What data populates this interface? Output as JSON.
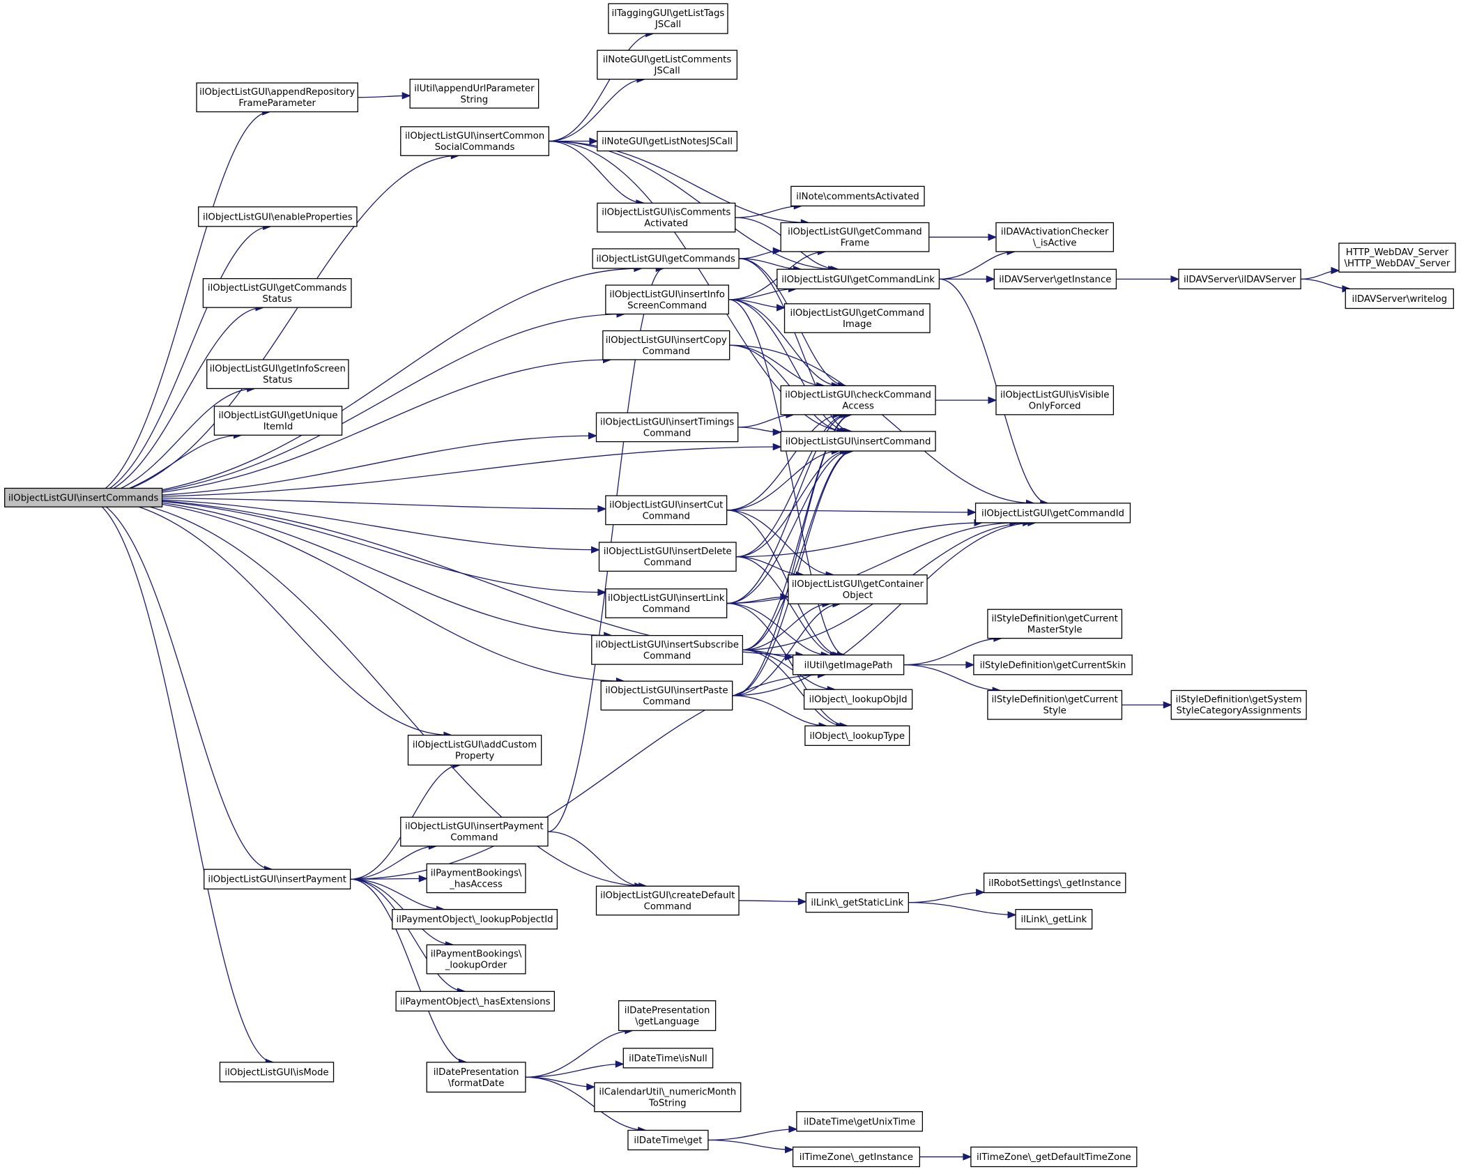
{
  "colors": {
    "edge": "#191970",
    "node_border": "#000000",
    "root_fill": "#bfbfbf",
    "background": "#ffffff"
  },
  "nodes": [
    {
      "id": "root",
      "lines": [
        "ilObjectListGUI\\insertCommands"
      ],
      "root": true
    },
    {
      "id": "appendRepo",
      "lines": [
        "ilObjectListGUI\\appendRepository",
        "FrameParameter"
      ]
    },
    {
      "id": "appendUrl",
      "lines": [
        "ilUtil\\appendUrlParameter",
        "String"
      ]
    },
    {
      "id": "insertCommon",
      "lines": [
        "ilObjectListGUI\\insertCommon",
        "SocialCommands"
      ]
    },
    {
      "id": "tagging",
      "lines": [
        "ilTaggingGUI\\getListTags",
        "JSCall"
      ]
    },
    {
      "id": "noteComments",
      "lines": [
        "ilNoteGUI\\getListComments",
        "JSCall"
      ]
    },
    {
      "id": "noteNotes",
      "lines": [
        "ilNoteGUI\\getListNotesJSCall"
      ]
    },
    {
      "id": "enableProps",
      "lines": [
        "ilObjectListGUI\\enableProperties"
      ]
    },
    {
      "id": "isCommentsAct",
      "lines": [
        "ilObjectListGUI\\isComments",
        "Activated"
      ]
    },
    {
      "id": "noteCommentsAct",
      "lines": [
        "ilNote\\commentsActivated"
      ]
    },
    {
      "id": "getCommandFrame",
      "lines": [
        "ilObjectListGUI\\getCommand",
        "Frame"
      ]
    },
    {
      "id": "davChecker",
      "lines": [
        "ilDAVActivationChecker",
        "\\_isActive"
      ]
    },
    {
      "id": "getCommandsStatus",
      "lines": [
        "ilObjectListGUI\\getCommands",
        "Status"
      ]
    },
    {
      "id": "getCommands",
      "lines": [
        "ilObjectListGUI\\getCommands"
      ]
    },
    {
      "id": "getCommandLink",
      "lines": [
        "ilObjectListGUI\\getCommandLink"
      ]
    },
    {
      "id": "davGetInstance",
      "lines": [
        "ilDAVServer\\getInstance"
      ]
    },
    {
      "id": "davServer",
      "lines": [
        "ilDAVServer\\ilDAVServer"
      ]
    },
    {
      "id": "httpDav",
      "lines": [
        "HTTP_WebDAV_Server",
        "\\HTTP_WebDAV_Server"
      ]
    },
    {
      "id": "davWritelog",
      "lines": [
        "ilDAVServer\\writelog"
      ]
    },
    {
      "id": "insertInfo",
      "lines": [
        "ilObjectListGUI\\insertInfo",
        "ScreenCommand"
      ]
    },
    {
      "id": "getCommandImage",
      "lines": [
        "ilObjectListGUI\\getCommand",
        "Image"
      ]
    },
    {
      "id": "getInfoStatus",
      "lines": [
        "ilObjectListGUI\\getInfoScreen",
        "Status"
      ]
    },
    {
      "id": "insertCopy",
      "lines": [
        "ilObjectListGUI\\insertCopy",
        "Command"
      ]
    },
    {
      "id": "checkCommand",
      "lines": [
        "ilObjectListGUI\\checkCommand",
        "Access"
      ]
    },
    {
      "id": "isVisible",
      "lines": [
        "ilObjectListGUI\\isVisible",
        "OnlyForced"
      ]
    },
    {
      "id": "getUniqueId",
      "lines": [
        "ilObjectListGUI\\getUnique",
        "ItemId"
      ]
    },
    {
      "id": "insertTimings",
      "lines": [
        "ilObjectListGUI\\insertTimings",
        "Command"
      ]
    },
    {
      "id": "insertCommand",
      "lines": [
        "ilObjectListGUI\\insertCommand"
      ]
    },
    {
      "id": "insertCut",
      "lines": [
        "ilObjectListGUI\\insertCut",
        "Command"
      ]
    },
    {
      "id": "getCommandId",
      "lines": [
        "ilObjectListGUI\\getCommandId"
      ]
    },
    {
      "id": "insertDelete",
      "lines": [
        "ilObjectListGUI\\insertDelete",
        "Command"
      ]
    },
    {
      "id": "insertLink",
      "lines": [
        "ilObjectListGUI\\insertLink",
        "Command"
      ]
    },
    {
      "id": "getContainer",
      "lines": [
        "ilObjectListGUI\\getContainer",
        "Object"
      ]
    },
    {
      "id": "styleMaster",
      "lines": [
        "ilStyleDefinition\\getCurrent",
        "MasterStyle"
      ]
    },
    {
      "id": "insertSubscribe",
      "lines": [
        "ilObjectListGUI\\insertSubscribe",
        "Command"
      ]
    },
    {
      "id": "getImagePath",
      "lines": [
        "ilUtil\\getImagePath"
      ]
    },
    {
      "id": "styleSkin",
      "lines": [
        "ilStyleDefinition\\getCurrentSkin"
      ]
    },
    {
      "id": "insertPaste",
      "lines": [
        "ilObjectListGUI\\insertPaste",
        "Command"
      ]
    },
    {
      "id": "lookupObjId",
      "lines": [
        "ilObject\\_lookupObjId"
      ]
    },
    {
      "id": "styleCurrent",
      "lines": [
        "ilStyleDefinition\\getCurrent",
        "Style"
      ]
    },
    {
      "id": "styleSystem",
      "lines": [
        "ilStyleDefinition\\getSystem",
        "StyleCategoryAssignments"
      ]
    },
    {
      "id": "lookupType",
      "lines": [
        "ilObject\\_lookupType"
      ]
    },
    {
      "id": "addCustom",
      "lines": [
        "ilObjectListGUI\\addCustom",
        "Property"
      ]
    },
    {
      "id": "insertPaymentCmd",
      "lines": [
        "ilObjectListGUI\\insertPayment",
        "Command"
      ]
    },
    {
      "id": "insertPayment",
      "lines": [
        "ilObjectListGUI\\insertPayment"
      ]
    },
    {
      "id": "payHasAccess",
      "lines": [
        "ilPaymentBookings\\",
        "_hasAccess"
      ]
    },
    {
      "id": "createDefault",
      "lines": [
        "ilObjectListGUI\\createDefault",
        "Command"
      ]
    },
    {
      "id": "getStaticLink",
      "lines": [
        "ilLink\\_getStaticLink"
      ]
    },
    {
      "id": "robot",
      "lines": [
        "ilRobotSettings\\_getInstance"
      ]
    },
    {
      "id": "getLink",
      "lines": [
        "ilLink\\_getLink"
      ]
    },
    {
      "id": "payLookupId",
      "lines": [
        "ilPaymentObject\\_lookupPobjectId"
      ]
    },
    {
      "id": "payLookupOrder",
      "lines": [
        "ilPaymentBookings\\",
        "_lookupOrder"
      ]
    },
    {
      "id": "payHasExt",
      "lines": [
        "ilPaymentObject\\_hasExtensions"
      ]
    },
    {
      "id": "dateLang",
      "lines": [
        "ilDatePresentation",
        "\\getLanguage"
      ]
    },
    {
      "id": "dtIsNull",
      "lines": [
        "ilDateTime\\isNull"
      ]
    },
    {
      "id": "isMode",
      "lines": [
        "ilObjectListGUI\\isMode"
      ]
    },
    {
      "id": "formatDate",
      "lines": [
        "ilDatePresentation",
        "\\formatDate"
      ]
    },
    {
      "id": "calMonth",
      "lines": [
        "ilCalendarUtil\\_numericMonth",
        "ToString"
      ]
    },
    {
      "id": "dtUnix",
      "lines": [
        "ilDateTime\\getUnixTime"
      ]
    },
    {
      "id": "dtGet",
      "lines": [
        "ilDateTime\\get"
      ]
    },
    {
      "id": "tzInstance",
      "lines": [
        "ilTimeZone\\_getInstance"
      ]
    },
    {
      "id": "tzDefault",
      "lines": [
        "ilTimeZone\\_getDefaultTimeZone"
      ]
    }
  ],
  "edges": [
    [
      "root",
      "appendRepo"
    ],
    [
      "root",
      "insertCommon"
    ],
    [
      "root",
      "enableProps"
    ],
    [
      "root",
      "getCommandsStatus"
    ],
    [
      "root",
      "getInfoStatus"
    ],
    [
      "root",
      "getUniqueId"
    ],
    [
      "root",
      "getCommands"
    ],
    [
      "root",
      "insertInfo"
    ],
    [
      "root",
      "insertCopy"
    ],
    [
      "root",
      "insertTimings"
    ],
    [
      "root",
      "insertCommand"
    ],
    [
      "root",
      "insertCut"
    ],
    [
      "root",
      "insertDelete"
    ],
    [
      "root",
      "insertLink"
    ],
    [
      "root",
      "insertSubscribe"
    ],
    [
      "root",
      "insertPaste"
    ],
    [
      "root",
      "getImagePath"
    ],
    [
      "root",
      "addCustom"
    ],
    [
      "root",
      "insertPayment"
    ],
    [
      "root",
      "createDefault"
    ],
    [
      "root",
      "isMode"
    ],
    [
      "appendRepo",
      "appendUrl"
    ],
    [
      "insertCommon",
      "tagging"
    ],
    [
      "insertCommon",
      "noteComments"
    ],
    [
      "insertCommon",
      "noteNotes"
    ],
    [
      "insertCommon",
      "isCommentsAct"
    ],
    [
      "insertCommon",
      "getCommandFrame"
    ],
    [
      "insertCommon",
      "getCommandLink"
    ],
    [
      "insertCommon",
      "insertCommand"
    ],
    [
      "isCommentsAct",
      "noteCommentsAct"
    ],
    [
      "isCommentsAct",
      "getCommandLink"
    ],
    [
      "getCommandFrame",
      "davChecker"
    ],
    [
      "getCommands",
      "getCommandFrame"
    ],
    [
      "getCommands",
      "getCommandLink"
    ],
    [
      "getCommands",
      "checkCommand"
    ],
    [
      "getCommands",
      "insertCommand"
    ],
    [
      "getCommandLink",
      "davChecker"
    ],
    [
      "getCommandLink",
      "davGetInstance"
    ],
    [
      "getCommandLink",
      "getCommandId"
    ],
    [
      "davGetInstance",
      "davServer"
    ],
    [
      "davServer",
      "httpDav"
    ],
    [
      "davServer",
      "davWritelog"
    ],
    [
      "insertInfo",
      "getCommandFrame"
    ],
    [
      "insertInfo",
      "getCommandLink"
    ],
    [
      "insertInfo",
      "getCommandImage"
    ],
    [
      "insertInfo",
      "checkCommand"
    ],
    [
      "insertInfo",
      "insertCommand"
    ],
    [
      "insertInfo",
      "getImagePath"
    ],
    [
      "insertCopy",
      "checkCommand"
    ],
    [
      "insertCopy",
      "insertCommand"
    ],
    [
      "insertCopy",
      "getCommandId"
    ],
    [
      "checkCommand",
      "isVisible"
    ],
    [
      "insertTimings",
      "checkCommand"
    ],
    [
      "insertTimings",
      "insertCommand"
    ],
    [
      "insertCut",
      "checkCommand"
    ],
    [
      "insertCut",
      "insertCommand"
    ],
    [
      "insertCut",
      "getCommandId"
    ],
    [
      "insertCut",
      "getContainer"
    ],
    [
      "insertCut",
      "getImagePath"
    ],
    [
      "insertDelete",
      "checkCommand"
    ],
    [
      "insertDelete",
      "insertCommand"
    ],
    [
      "insertDelete",
      "getCommandId"
    ],
    [
      "insertDelete",
      "getContainer"
    ],
    [
      "insertDelete",
      "getImagePath"
    ],
    [
      "insertLink",
      "checkCommand"
    ],
    [
      "insertLink",
      "insertCommand"
    ],
    [
      "insertLink",
      "getCommandId"
    ],
    [
      "insertLink",
      "getContainer"
    ],
    [
      "insertLink",
      "getImagePath"
    ],
    [
      "insertLink",
      "lookupType"
    ],
    [
      "insertSubscribe",
      "checkCommand"
    ],
    [
      "insertSubscribe",
      "insertCommand"
    ],
    [
      "insertSubscribe",
      "getCommandId"
    ],
    [
      "insertSubscribe",
      "getContainer"
    ],
    [
      "insertSubscribe",
      "getImagePath"
    ],
    [
      "insertSubscribe",
      "lookupObjId"
    ],
    [
      "insertSubscribe",
      "lookupType"
    ],
    [
      "insertPaste",
      "checkCommand"
    ],
    [
      "insertPaste",
      "insertCommand"
    ],
    [
      "insertPaste",
      "getCommandId"
    ],
    [
      "insertPaste",
      "getContainer"
    ],
    [
      "insertPaste",
      "lookupType"
    ],
    [
      "getImagePath",
      "styleMaster"
    ],
    [
      "getImagePath",
      "styleSkin"
    ],
    [
      "getImagePath",
      "styleCurrent"
    ],
    [
      "styleCurrent",
      "styleSystem"
    ],
    [
      "insertPayment",
      "addCustom"
    ],
    [
      "insertPayment",
      "getImagePath"
    ],
    [
      "insertPayment",
      "insertPaymentCmd"
    ],
    [
      "insertPayment",
      "payHasAccess"
    ],
    [
      "insertPayment",
      "payLookupId"
    ],
    [
      "insertPayment",
      "payLookupOrder"
    ],
    [
      "insertPayment",
      "payHasExt"
    ],
    [
      "insertPayment",
      "formatDate"
    ],
    [
      "insertPaymentCmd",
      "getCommands"
    ],
    [
      "insertPaymentCmd",
      "createDefault"
    ],
    [
      "createDefault",
      "getStaticLink"
    ],
    [
      "getStaticLink",
      "robot"
    ],
    [
      "getStaticLink",
      "getLink"
    ],
    [
      "formatDate",
      "dateLang"
    ],
    [
      "formatDate",
      "dtIsNull"
    ],
    [
      "formatDate",
      "calMonth"
    ],
    [
      "formatDate",
      "dtGet"
    ],
    [
      "dtGet",
      "dtUnix"
    ],
    [
      "dtGet",
      "tzInstance"
    ],
    [
      "tzInstance",
      "tzDefault"
    ]
  ]
}
